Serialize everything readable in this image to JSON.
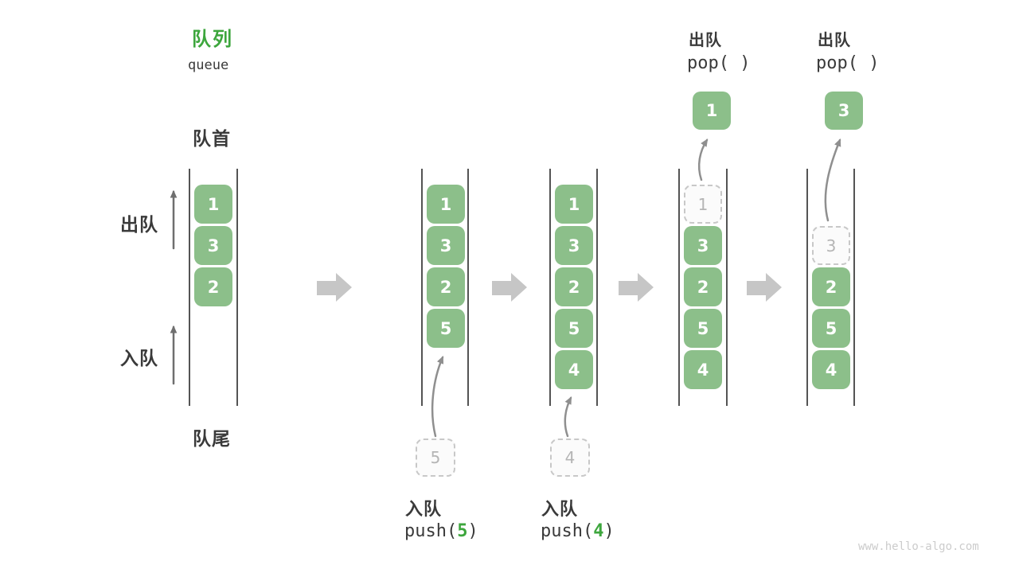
{
  "title": {
    "zh": "队列",
    "en": "queue"
  },
  "side_labels": {
    "front": "队首",
    "rear": "队尾",
    "dequeue": "出队",
    "enqueue": "入队"
  },
  "watermark": "www.hello-algo.com",
  "colors": {
    "accent_green": "#3da63d",
    "cell_green": "#8cbf8a",
    "cell_text": "#ffffff",
    "ghost_text": "#b5b5b5",
    "ghost_border": "#c8c8c8",
    "wall_line": "#545454",
    "label_text": "#3a3a3a",
    "curved_arrow": "#8f8f8f",
    "stage_arrow": "#c6c6c6",
    "watermark_gray": "#cccccc"
  },
  "stages": [
    {
      "cells": [
        "1",
        "3",
        "2"
      ]
    },
    {
      "cells": [
        "1",
        "3",
        "2",
        "5"
      ],
      "input": "5",
      "op_label": "入队",
      "op_fn": "push(",
      "op_arg": "5",
      "op_close": ")"
    },
    {
      "cells": [
        "1",
        "3",
        "2",
        "5",
        "4"
      ],
      "input": "4",
      "op_label": "入队",
      "op_fn": "push(",
      "op_arg": "4",
      "op_close": ")"
    },
    {
      "ghost": "1",
      "cells": [
        "3",
        "2",
        "5",
        "4"
      ],
      "popped": "1",
      "op_label": "出队",
      "op_code": "pop( )"
    },
    {
      "ghost": "3",
      "cells": [
        "2",
        "5",
        "4"
      ],
      "popped": "3",
      "op_label": "出队",
      "op_code": "pop( )"
    }
  ]
}
